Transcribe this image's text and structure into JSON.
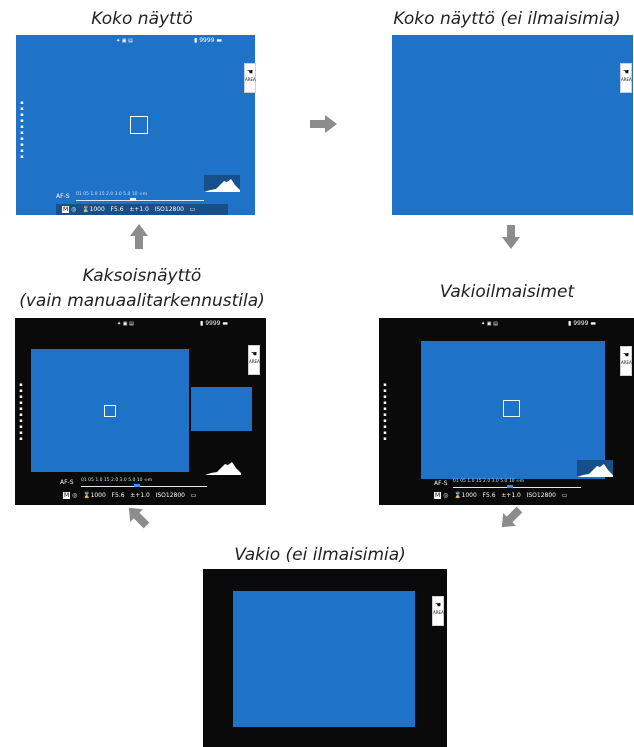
{
  "titles": {
    "full": "Koko näyttö",
    "full_no_indicators": "Koko näyttö (ei ilmaisimia)",
    "dual_line1": "Kaksoisnäyttö",
    "dual_line2": "(vain manuaalitarkennustila)",
    "standard": "Vakioilmaisimet",
    "standard_no_indicators": "Vakio (ei ilmaisimia)"
  },
  "indicators": {
    "frames_remaining": "9999",
    "area_button": "AREA",
    "focus_mode": "AF-S",
    "scale": "01 05   1.0   15   2.0   3.0   5.0   10 ∞m",
    "shutter": "1000",
    "aperture": "5.6",
    "exposure_comp": "+1.0",
    "iso": "12800"
  },
  "colors": {
    "live_view": "#1e73c8",
    "frame_bg": "#0a0a0a",
    "arrow": "#8c8c8c"
  },
  "icons": [
    "arrow-right-icon",
    "arrow-down-icon",
    "arrow-up-icon",
    "arrow-down-left-icon",
    "arrow-up-left-icon",
    "hand-icon",
    "histogram-icon"
  ]
}
